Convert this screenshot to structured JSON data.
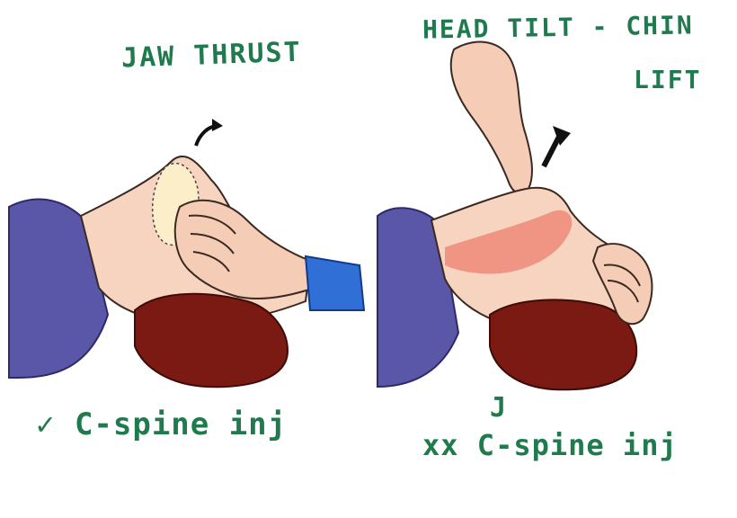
{
  "left_panel": {
    "title": "JAW THRUST",
    "note": "✓ C-spine inj"
  },
  "right_panel": {
    "title_line1": "HEAD TILT - CHIN",
    "title_line2": "LIFT",
    "note": "xx C-spine inj",
    "note_mark": "J"
  },
  "colors": {
    "ink": "#1f7a4d",
    "skin": "#f7d4c0",
    "skin_shadow": "#e9b49e",
    "hair": "#7a1a12",
    "shirt": "#5a57a8",
    "sleeve": "#2f6fd6",
    "airway": "#ef8a78",
    "arrow": "#111111"
  }
}
